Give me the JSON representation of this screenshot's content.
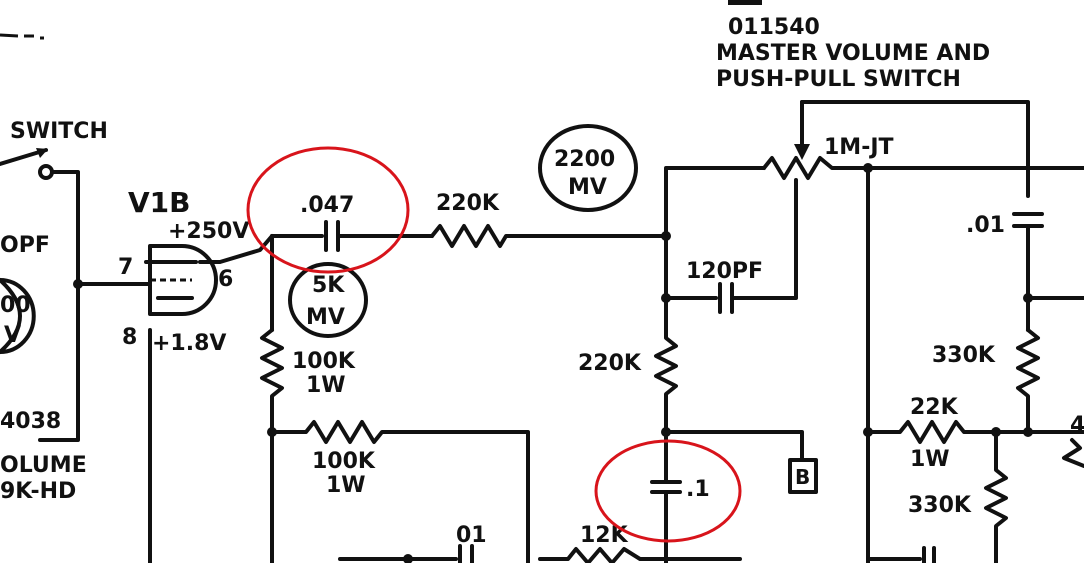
{
  "labels": {
    "part_number": "011540",
    "master_title_1": "MASTER VOLUME AND",
    "master_title_2": "PUSH-PULL SWITCH",
    "switch": "SWITCH",
    "tube": "V1B",
    "plate_voltage": "+250V",
    "cathode_voltage": "+1.8V",
    "pin7": "7",
    "pin6": "6",
    "pin8": "8",
    "cap_047": ".047",
    "r_220k_top": "220K",
    "mv_2200": "2200",
    "mv_2200_unit": "MV",
    "mv_5k": "5K",
    "mv_5k_unit": "MV",
    "pot_1m": "1M-JT",
    "cap_120pf": "120PF",
    "r_220k_mid": "220K",
    "r_100k_a": "100K",
    "r_100k_a_w": "1W",
    "r_100k_b": "100K",
    "r_100k_b_w": "1W",
    "cap_01_right": ".01",
    "r_330k_a": "330K",
    "r_22k": "22K",
    "r_22k_w": "1W",
    "r_330k_b": "330K",
    "cap_point1": ".1",
    "node_b": "B",
    "cap_01_bottom": "01",
    "r_12k": "12K",
    "left_pf": "OPF",
    "left_mv_a": "00",
    "left_mv_b": "V",
    "left_part": "4038",
    "left_volume": "OLUME",
    "left_pot": "9K-HD",
    "right_edge": "4"
  },
  "highlight_color": "#d8141b"
}
